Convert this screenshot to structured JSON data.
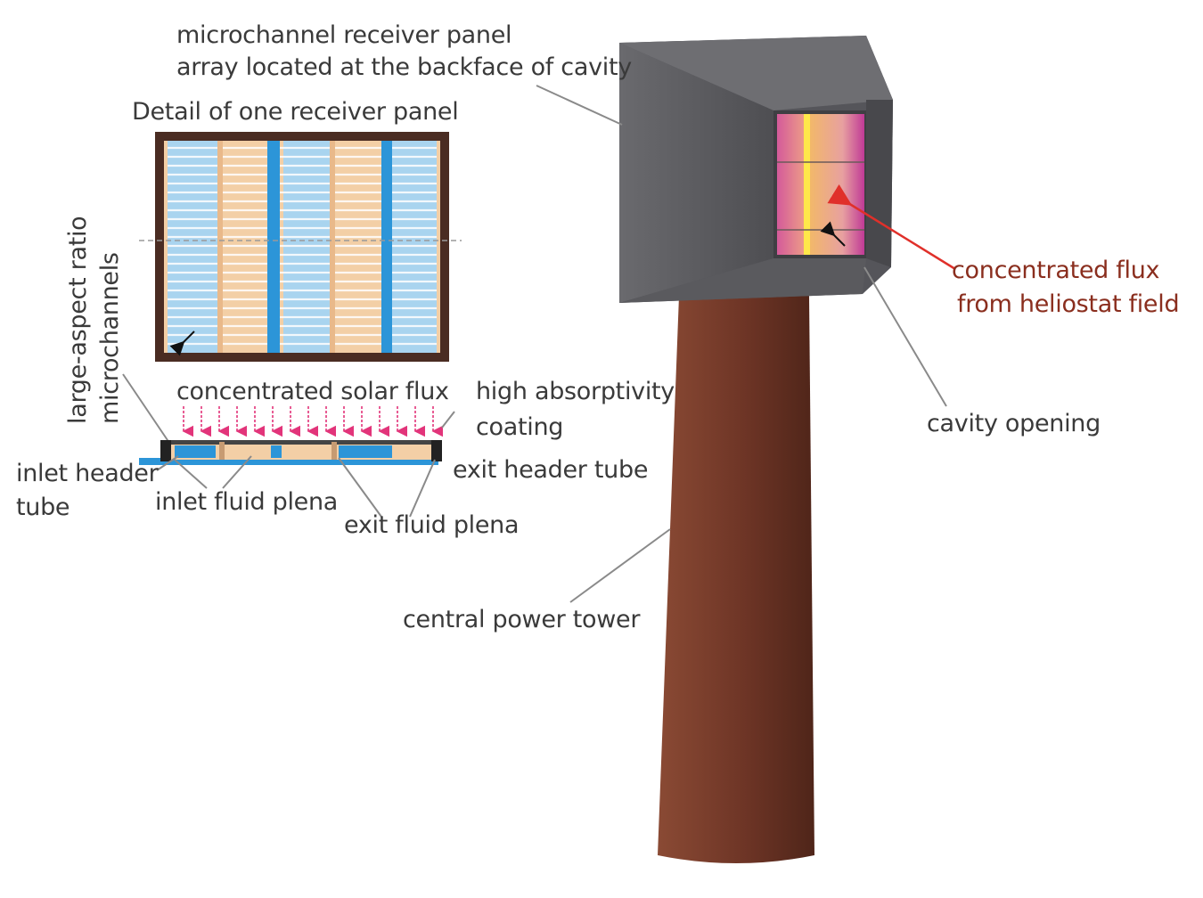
{
  "labels": {
    "panel_array_line1": "microchannel receiver panel",
    "panel_array_line2": "array located at the backface of cavity",
    "detail_title": "Detail of one receiver panel",
    "microchannels_line1": "large-aspect ratio",
    "microchannels_line2": "microchannels",
    "solar_flux": "concentrated solar flux",
    "coating_line1": "high absorptivity",
    "coating_line2": "coating",
    "inlet_header_line1": "inlet  header",
    "inlet_header_line2": "tube",
    "exit_header": "exit  header tube",
    "inlet_plena": "inlet fluid plena",
    "exit_plena": "exit fluid plena",
    "flux_line1": "concentrated flux",
    "flux_line2": "from heliostat field",
    "cavity_opening": "cavity opening",
    "tower": "central power tower"
  },
  "colors": {
    "text": "#3a3a3a",
    "flux_text": "#8a2e1e",
    "flux_arrow": "#e0302a",
    "frame": "#4a2c22",
    "channel": "#2c95d8",
    "panel_fill": "#f3cfa6",
    "tower": "#7a3f2c",
    "cavity": "#5c5c60"
  }
}
